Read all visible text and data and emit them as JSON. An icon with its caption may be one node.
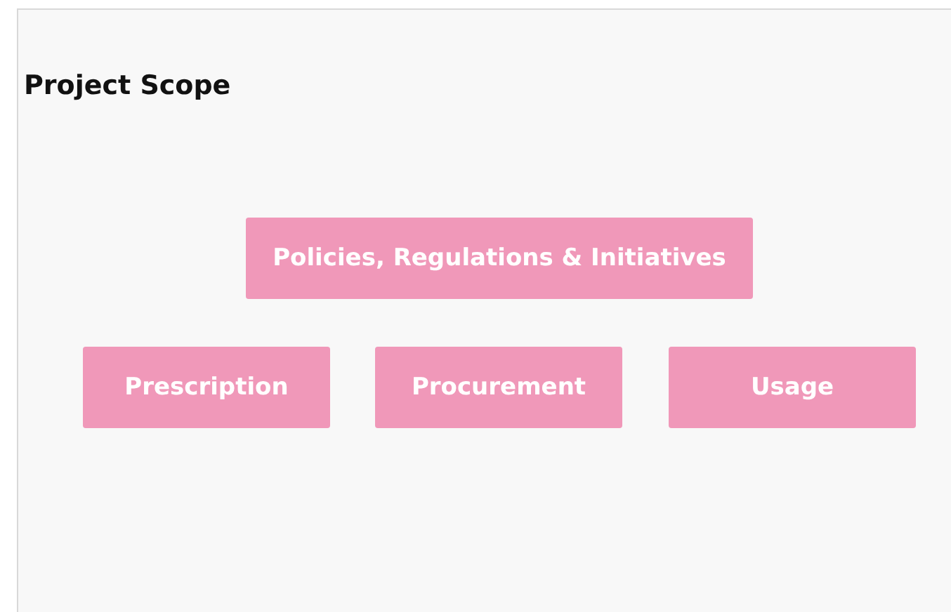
{
  "diagram": {
    "title": "Project Scope",
    "nodes": [
      {
        "text": [
          "Policies, Regulations & Initiatives"
        ]
      },
      {
        "text": [
          "Prescription"
        ]
      },
      {
        "text": [
          "Procurement"
        ]
      },
      {
        "text": [
          "Usage"
        ]
      }
    ]
  }
}
